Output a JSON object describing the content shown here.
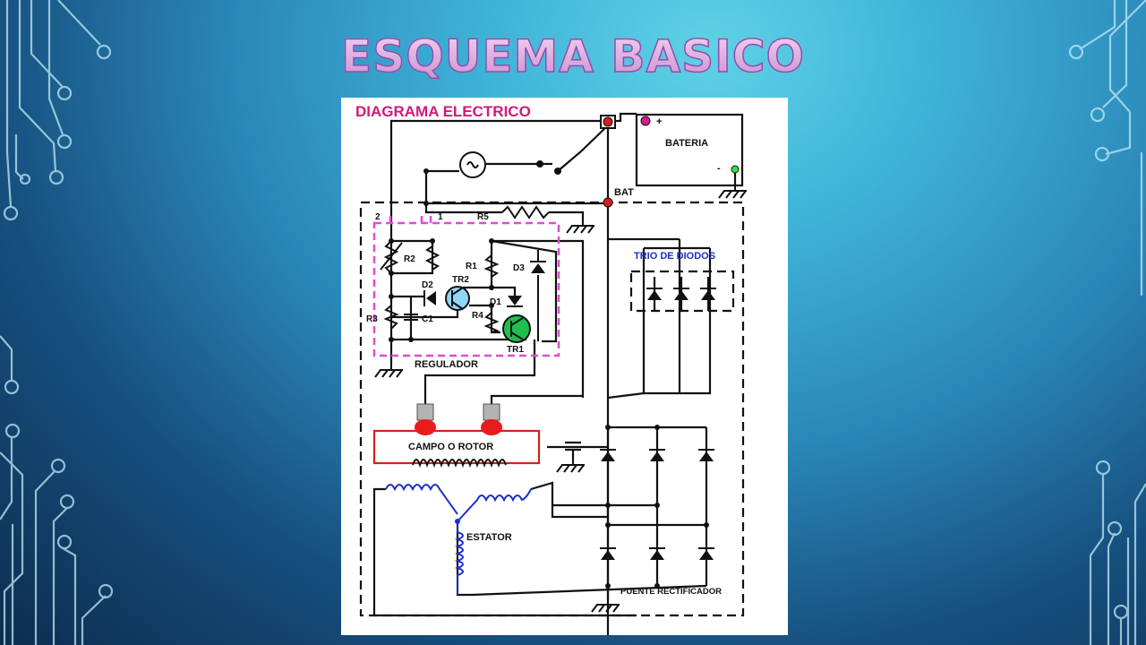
{
  "slide": {
    "title": "ESQUEMA BASICO"
  },
  "colors": {
    "title_fill": "#e9b9e6",
    "diagram_title": "#d4187a",
    "regulator_box": "#e04bd6",
    "rotor_box": "#d42020",
    "brush_head": "#e81c1c",
    "trio_label": "#1a2fc8",
    "transistor_tr1": "#1fbf4f",
    "transistor_tr2": "#8fd6f2",
    "bat_terminal": "#d81c1c",
    "battery_positive": "#d61c8c",
    "battery_negative": "#3cdc3c"
  },
  "diagram": {
    "title": "DIAGRAMA ELECTRICO",
    "battery": {
      "label": "BATERIA",
      "plus": "+",
      "minus": "-"
    },
    "bat_terminal": "BAT",
    "regulator": "REGULADOR",
    "trio": "TRIO DE DIODOS",
    "rotor": "CAMPO O ROTOR",
    "stator": "ESTATOR",
    "bridge": "PUENTE RECTIFICADOR",
    "components": {
      "r1": "R1",
      "r2": "R2",
      "r3": "R3",
      "r4": "R4",
      "r5": "R5",
      "d1": "D1",
      "d2": "D2",
      "d3": "D3",
      "tr1": "TR1",
      "tr2": "TR2",
      "c1": "C1",
      "terminal_1": "1",
      "terminal_2": "2"
    }
  }
}
